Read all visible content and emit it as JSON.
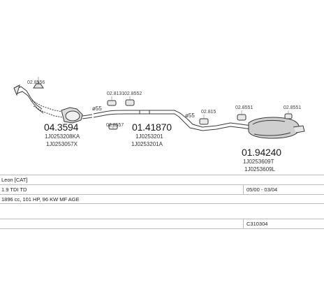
{
  "parts": {
    "p1": {
      "number": "04.3594",
      "ref1": "1J0253208KA",
      "ref2": "1J0253057X"
    },
    "p2": {
      "number": "01.41870",
      "ref1": "1J0253201",
      "ref2": "1J0253201A"
    },
    "p3": {
      "number": "01.94240",
      "ref1": "1J0253609T",
      "ref2": "1J0253609L"
    }
  },
  "fittings": {
    "f_top_left": "02.8556",
    "f_mid_a": "02.8131",
    "f_mid_b": "02.8552",
    "f_mid_c": "02.8557",
    "f_right_a": "02.815",
    "f_right_b": "02.8551",
    "f_right_c": "02.8551"
  },
  "dimensions": {
    "d1": "ø55",
    "d2": "ø55"
  },
  "info": {
    "model": "Leon [CAT]",
    "engine": "1.9 TDI TD",
    "dates": "05/00 - 03/04",
    "spec": "1896 cc, 101 HP, 96 KW MF AGE",
    "code": "C310304"
  }
}
